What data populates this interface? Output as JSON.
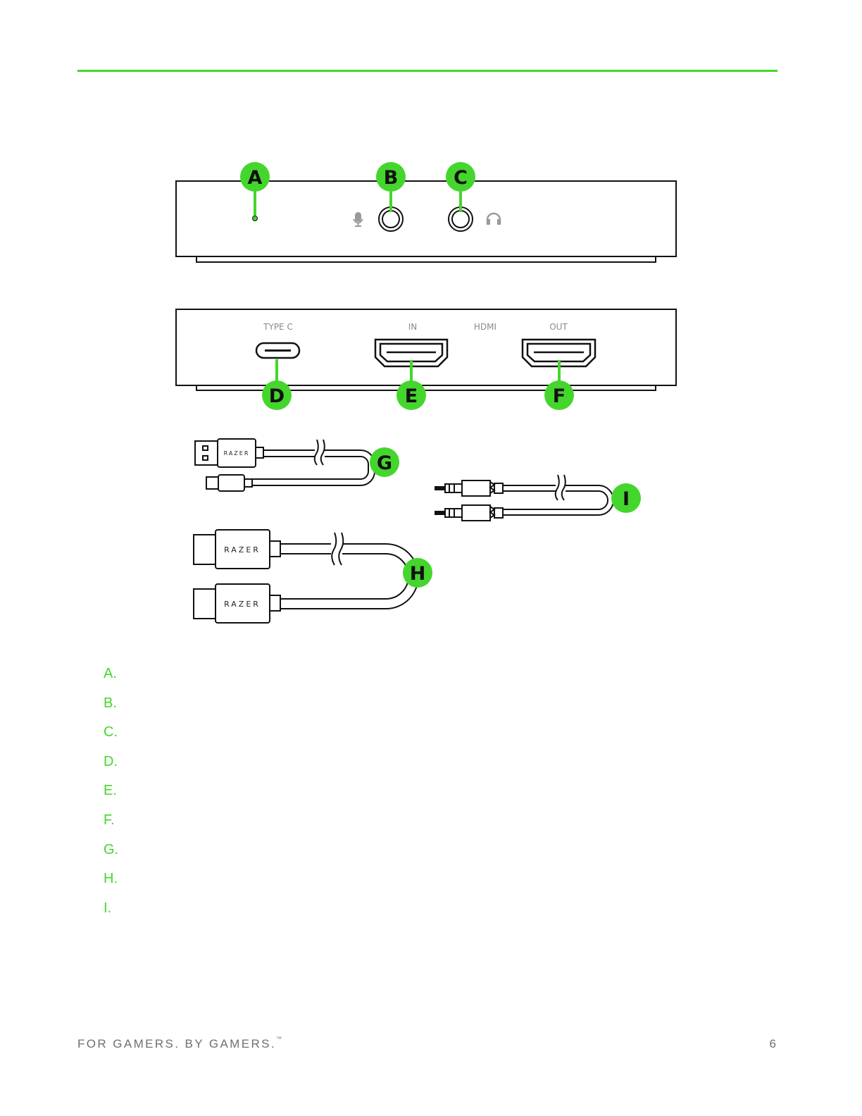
{
  "colors": {
    "accent": "#44d62c",
    "line": "#111111",
    "muted": "#8a8a8a"
  },
  "icons": [
    "microphone-icon",
    "headphones-icon"
  ],
  "callouts": [
    "A",
    "B",
    "C",
    "D",
    "E",
    "F",
    "G",
    "H",
    "I"
  ],
  "ports": {
    "usb": "TYPE C",
    "hdmi_in": "IN",
    "hdmi": "HDMI",
    "hdmi_out": "OUT"
  },
  "brand": "RAZER",
  "legend": [
    "A.",
    "B.",
    "C.",
    "D.",
    "E.",
    "F.",
    "G.",
    "H.",
    "I."
  ],
  "footer": {
    "slogan": "FOR GAMERS. BY GAMERS.",
    "trademark": "™",
    "page_number": "6"
  }
}
